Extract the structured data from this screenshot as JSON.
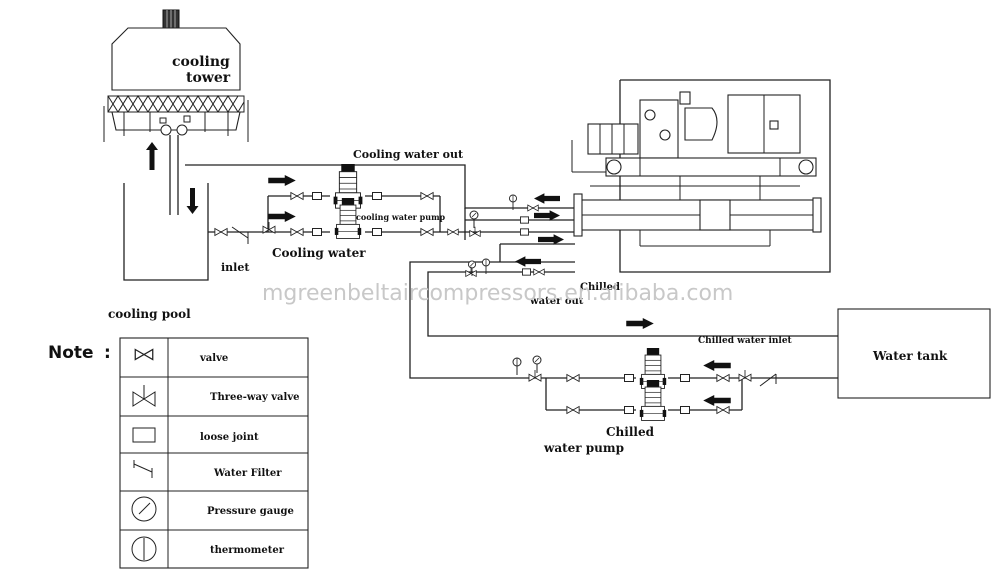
{
  "labels": {
    "cooling_tower": "cooling\ntower",
    "cooling_water_out": "Cooling water out",
    "cooling_water_pump": "cooling water pump",
    "cooling_water": "Cooling water",
    "inlet": "inlet",
    "cooling_pool": "cooling pool",
    "chilled_water_out": "Chilled\nwater out",
    "chilled_water_inlet": "Chilled water inlet",
    "water_tank": "Water tank",
    "chilled_water_pump": "Chilled\nwater pump",
    "watermark": "mgreenbeltaircompressors.en.alibaba.com"
  },
  "legend": {
    "title": "Note",
    "colon": ":",
    "rows": [
      {
        "icon": "valve-icon",
        "label": "valve"
      },
      {
        "icon": "three-way-valve-icon",
        "label": "Three-way valve"
      },
      {
        "icon": "loose-joint-icon",
        "label": "loose joint"
      },
      {
        "icon": "water-filter-icon",
        "label": "Water Filter"
      },
      {
        "icon": "pressure-gauge-icon",
        "label": "Pressure gauge"
      },
      {
        "icon": "thermometer-icon",
        "label": "thermometer"
      }
    ]
  }
}
